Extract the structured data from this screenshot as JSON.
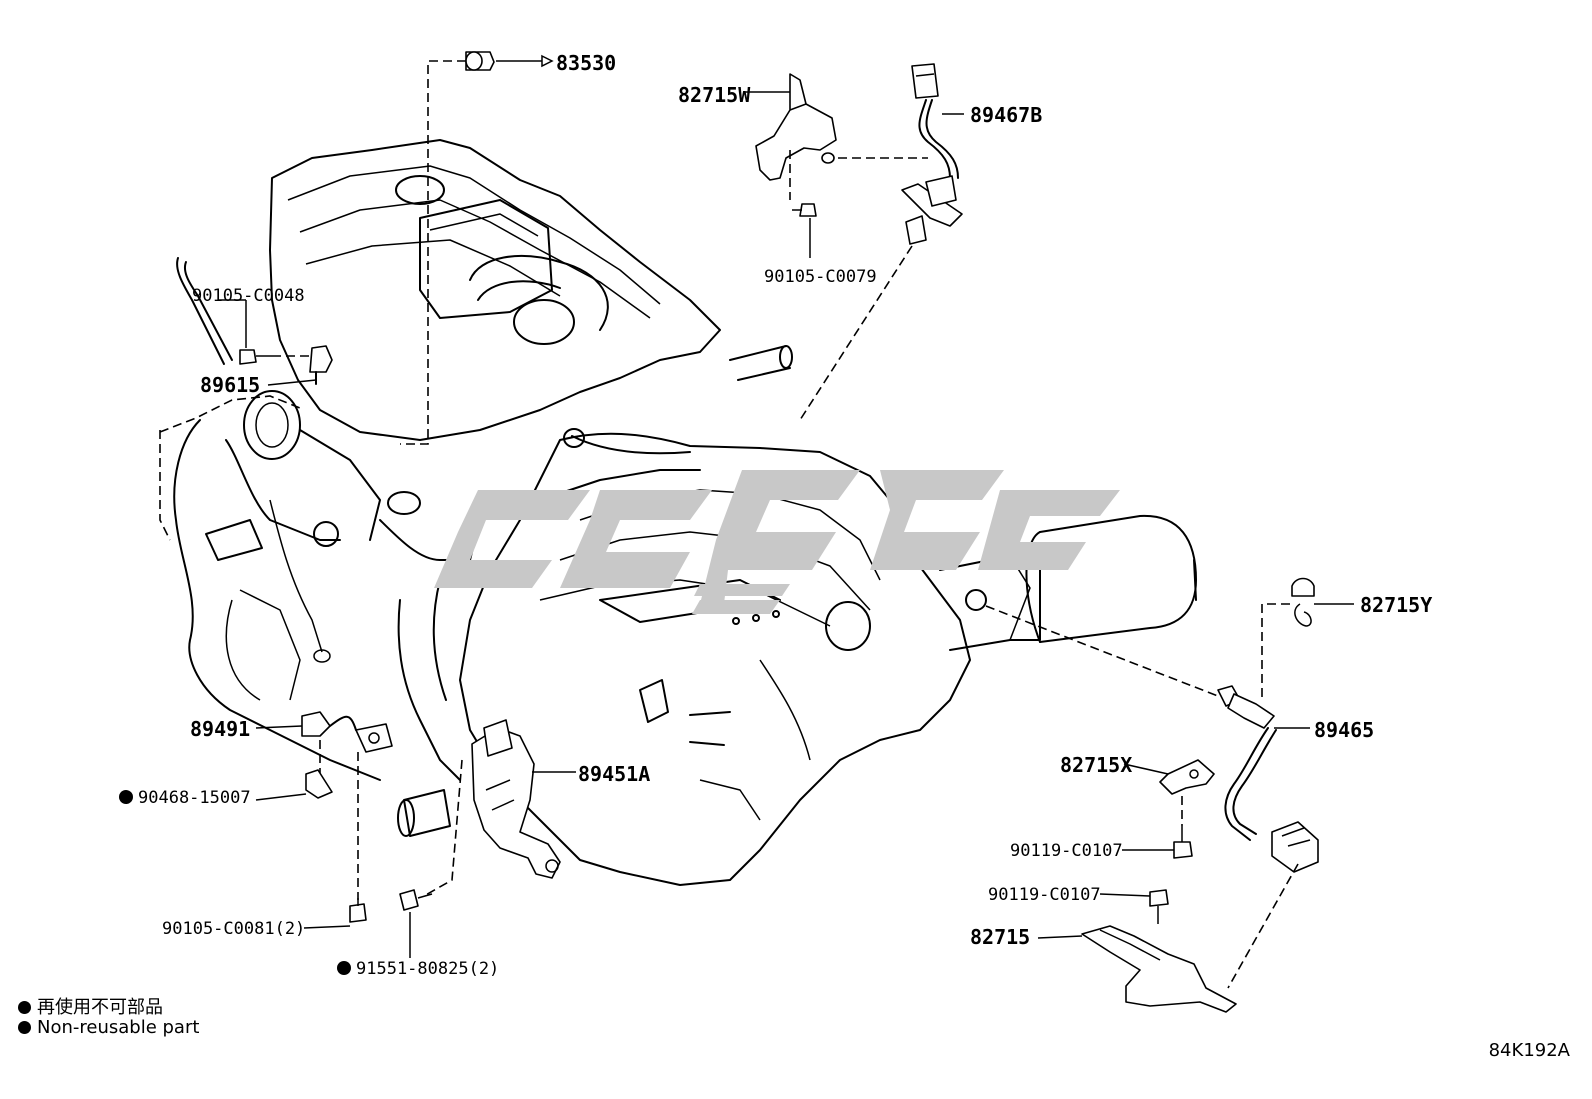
{
  "parts": [
    {
      "id": "83530",
      "label": "83530",
      "nonreusable": false
    },
    {
      "id": "82715W",
      "label": "82715W",
      "nonreusable": false
    },
    {
      "id": "89467B",
      "label": "89467B",
      "nonreusable": false
    },
    {
      "id": "90105-C0079",
      "label": "90105-C0079",
      "nonreusable": false
    },
    {
      "id": "90105-C0048",
      "label": "90105-C0048",
      "nonreusable": false
    },
    {
      "id": "89615",
      "label": "89615",
      "nonreusable": false
    },
    {
      "id": "82715Y",
      "label": "82715Y",
      "nonreusable": false
    },
    {
      "id": "89465",
      "label": "89465",
      "nonreusable": false
    },
    {
      "id": "82715X",
      "label": "82715X",
      "nonreusable": false
    },
    {
      "id": "90119-C0107-a",
      "label": "90119-C0107",
      "nonreusable": false
    },
    {
      "id": "90119-C0107-b",
      "label": "90119-C0107",
      "nonreusable": false
    },
    {
      "id": "82715",
      "label": "82715",
      "nonreusable": false
    },
    {
      "id": "89491",
      "label": "89491",
      "nonreusable": false
    },
    {
      "id": "89451A",
      "label": "89451A",
      "nonreusable": false
    },
    {
      "id": "90468-15007",
      "label": "90468-15007",
      "nonreusable": true
    },
    {
      "id": "90105-C0081",
      "label": "90105-C0081(2)",
      "nonreusable": false
    },
    {
      "id": "91551-80825",
      "label": "91551-80825(2)",
      "nonreusable": true
    }
  ],
  "legend": {
    "japanese": "再使用不可部品",
    "english": "Non-reusable part"
  },
  "diagram_code": "84K192A",
  "colors": {
    "line": "#000000",
    "watermark": "#c8c8c8",
    "background": "#ffffff"
  }
}
